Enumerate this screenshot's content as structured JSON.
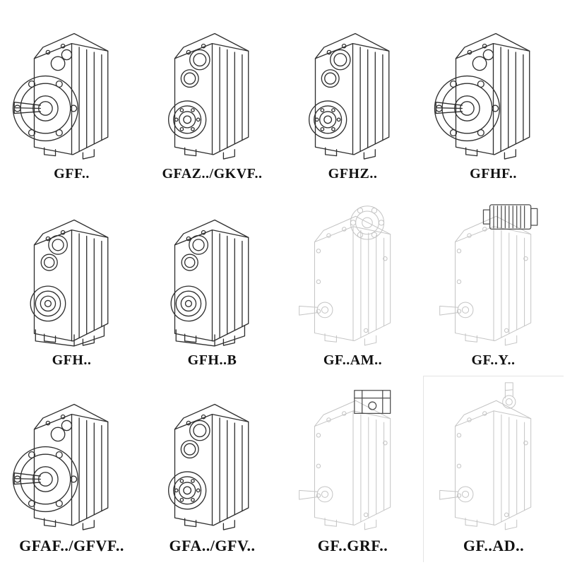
{
  "page": {
    "background": "#ffffff"
  },
  "colors": {
    "line": "#2f2f2f",
    "ghost_line": "#c4c4c4",
    "motor_line": "#4f4f4f",
    "label_text": "#111111"
  },
  "cells": [
    {
      "label": "GFF..",
      "drawing": "gearbox-flange-output"
    },
    {
      "label": "GFAZ../GKVF..",
      "drawing": "gearbox-hollow-shaft"
    },
    {
      "label": "GFHZ..",
      "drawing": "gearbox-hollow-shaft"
    },
    {
      "label": "GFHF..",
      "drawing": "gearbox-flange-output"
    },
    {
      "label": "GFH..",
      "drawing": "gearbox-foot-mounted"
    },
    {
      "label": "GFH..B",
      "drawing": "gearbox-foot-mounted"
    },
    {
      "label": "GF..AM..",
      "drawing": "gearbox-top-flange-ghost"
    },
    {
      "label": "GF..Y..",
      "drawing": "gearbox-with-motor-ghost"
    },
    {
      "label": "GFAF../GFVF..",
      "drawing": "gearbox-flange-output"
    },
    {
      "label": "GFA../GFV..",
      "drawing": "gearbox-hollow-shaft"
    },
    {
      "label": "GF..GRF..",
      "drawing": "gearbox-top-box-ghost"
    },
    {
      "label": "GF..AD..",
      "drawing": "gearbox-top-shaft-ghost"
    }
  ]
}
